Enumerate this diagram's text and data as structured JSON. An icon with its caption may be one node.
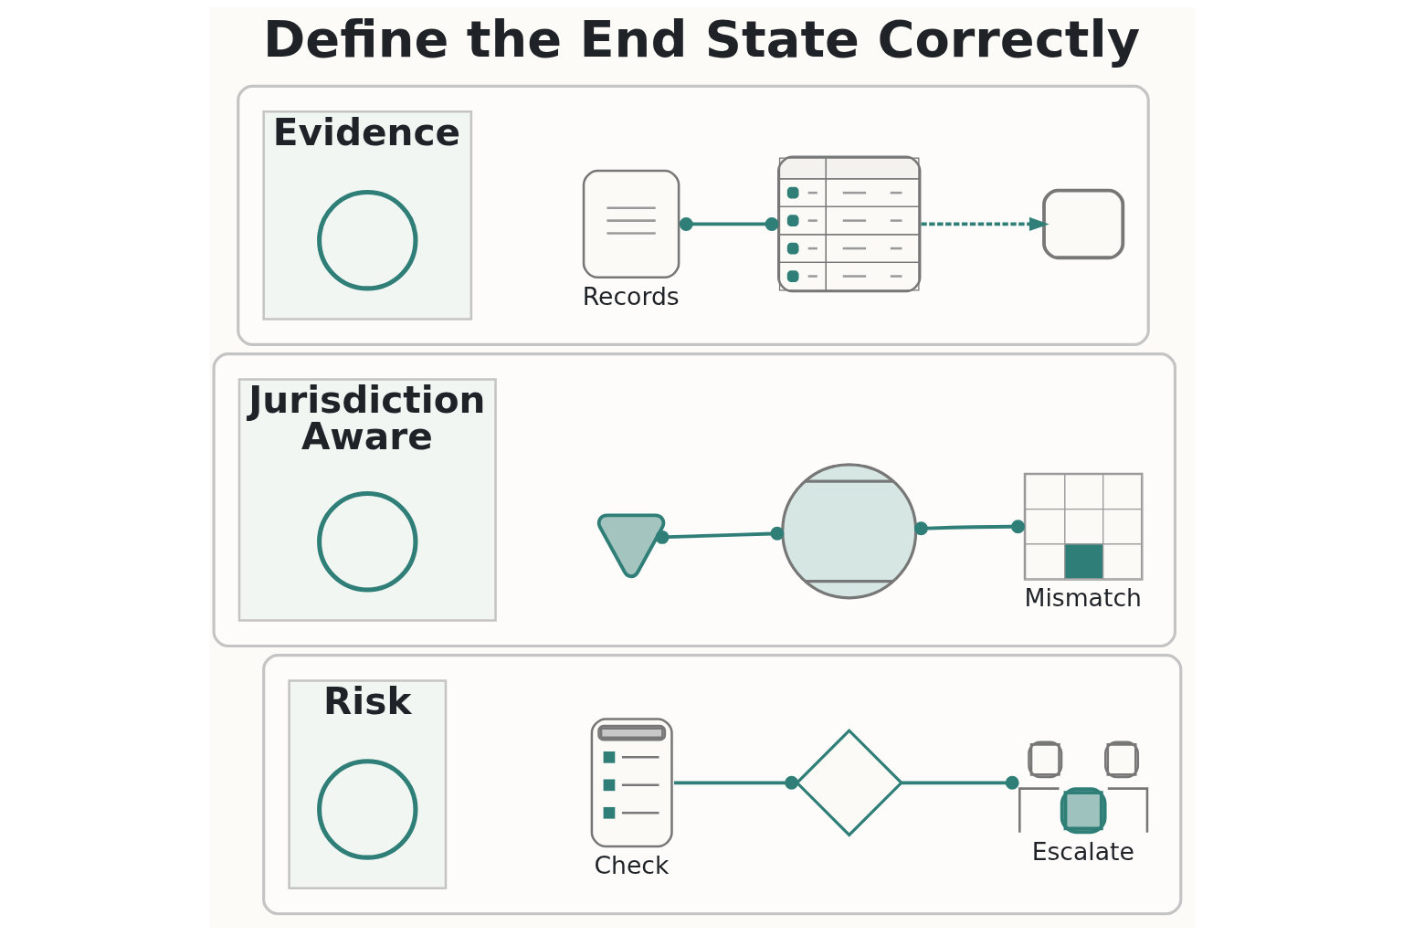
{
  "diagram": {
    "title": "Define the End State Correctly",
    "nodes": [
      {
        "text": [],
        "shape": "box"
      },
      {
        "text": [
          "Evidence"
        ],
        "in": 0
      },
      {
        "text": [],
        "shape": "circle",
        "in": 1
      },
      {
        "text": [],
        "shape": "document",
        "beside": [
          "Records"
        ],
        "in": 0
      },
      {
        "text": [],
        "shape": "table",
        "in": 0
      },
      {
        "text": [],
        "shape": "lock",
        "in": 0
      },
      {
        "text": [],
        "shape": "box"
      },
      {
        "text": [
          "Jurisdiction Aware"
        ],
        "in": 6
      },
      {
        "text": [],
        "shape": "circle",
        "in": 7
      },
      {
        "text": [],
        "shape": "pin",
        "in": 6
      },
      {
        "text": [],
        "shape": "globe",
        "in": 6
      },
      {
        "text": [],
        "shape": "grid",
        "beside": [
          "Mismatch"
        ],
        "in": 6
      },
      {
        "text": [],
        "shape": "box"
      },
      {
        "text": [
          "Risk"
        ],
        "in": 12
      },
      {
        "text": [],
        "shape": "circle",
        "in": 13
      },
      {
        "text": [],
        "shape": "clipboard",
        "beside": [
          "Check"
        ],
        "in": 12
      },
      {
        "text": [],
        "shape": "diamond",
        "in": 12
      },
      {
        "text": [],
        "shape": "person",
        "beside": [
          "Escalate"
        ],
        "in": 12
      }
    ],
    "edges": [
      {
        "from": 3,
        "to": 4,
        "arrow": "other"
      },
      {
        "from": 4,
        "to": 5,
        "arrow": "to",
        "style": "dashed"
      },
      {
        "from": 9,
        "to": 10,
        "arrow": "other"
      },
      {
        "from": 10,
        "to": 11,
        "arrow": "other"
      },
      {
        "from": 15,
        "to": 16,
        "arrow": "other"
      },
      {
        "from": 16,
        "to": 17,
        "arrow": "other"
      }
    ]
  }
}
